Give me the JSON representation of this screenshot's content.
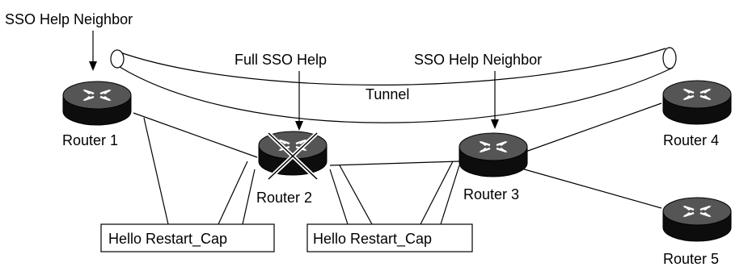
{
  "labels": {
    "sso_help_neighbor_left": "SSO Help Neighbor",
    "full_sso_help": "Full SSO Help",
    "sso_help_neighbor_right": "SSO Help Neighbor",
    "tunnel": "Tunnel"
  },
  "routers": [
    {
      "id": "router-1",
      "label": "Router 1"
    },
    {
      "id": "router-2",
      "label": "Router 2",
      "status": "failed (crossed out)"
    },
    {
      "id": "router-3",
      "label": "Router 3"
    },
    {
      "id": "router-4",
      "label": "Router 4"
    },
    {
      "id": "router-5",
      "label": "Router 5"
    }
  ],
  "messages": [
    {
      "id": "hello-restart-cap-left",
      "label": "Hello Restart_Cap"
    },
    {
      "id": "hello-restart-cap-right",
      "label": "Hello Restart_Cap"
    }
  ],
  "icons": {
    "router": "router-icon",
    "arrow": "arrow-down-icon",
    "failure": "cross-icon"
  },
  "colors": {
    "router_top": "#555555",
    "router_body": "#0d0d0d",
    "line": "#000000",
    "background": "#ffffff"
  }
}
